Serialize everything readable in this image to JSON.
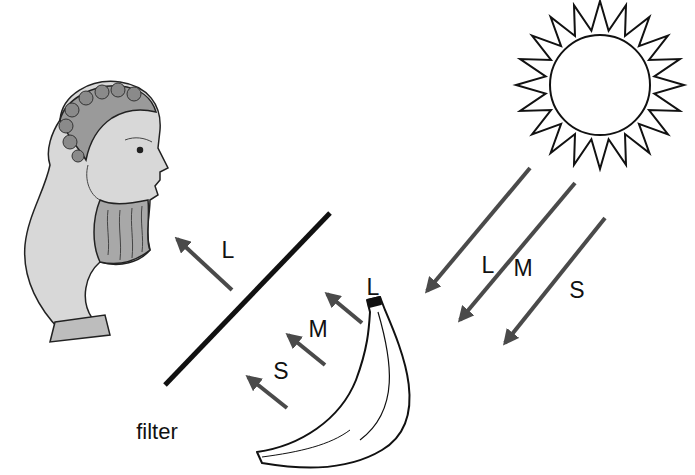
{
  "diagram": {
    "labels": [
      "L",
      "L",
      "M",
      "L",
      "S",
      "M",
      "S",
      "filter"
    ]
  }
}
